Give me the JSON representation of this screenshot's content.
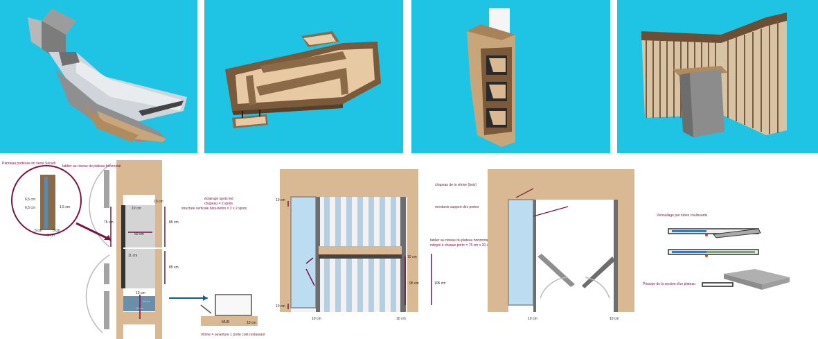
{
  "colors": {
    "sky": "#1fc3e4",
    "wood": "#d9b894",
    "wood_dark": "#8a6a47",
    "concrete": "#8d8d8d",
    "glass": "#bcdcf2",
    "annotation": "#7a1242",
    "frame": "#555555"
  },
  "section": {
    "panel_label": "Panneau porteuse en verre Sécurit",
    "tablier_label": "tablier au niveau du plateau horizontal",
    "dim_65a": "6,5 cm",
    "dim_65b": "6,5 cm",
    "dim_15": "1,5 cm",
    "dim_5a": "5 cm",
    "dim_5b": "5 cm",
    "dim_1": "1 cm",
    "dim_75": "75 cm",
    "dim_10a": "10 cm",
    "dim_10b": "10 cm",
    "dim_10c": "10 cm",
    "dim_59": "59 cm",
    "dim_11": "11 cm",
    "dim_85a": "85 cm",
    "dim_85b": "85 cm",
    "bottom_dim_a": "10 cm",
    "bottom_dim_b": "10 cm",
    "lighting_1": "éclairage spots led",
    "lighting_2": "chapeau = 2 spots",
    "lighting_3": "structure verticale bois-béton = 2 x 2 spots",
    "mur_label": "MUR",
    "mur_dim": "10 cm",
    "caption": "Vitrine = ouverture 1 porte coté restaurant"
  },
  "elevation_closed": {
    "dim_top": "10 cm",
    "dim_bottom": "10 cm",
    "dim_left": "10 cm",
    "dim_right": "10 cm",
    "dim_mid": "10 cm",
    "dim_95": "95 cm",
    "dim_105": "105 cm",
    "tablier_1": "tablier au niveau du plateau horizontal",
    "tablier_2": "intégré à chaque porte = 75 cm x 20 cm"
  },
  "elevation_open": {
    "chapeau": "chapeau de la vitrine (bois)",
    "montants": "montants support des portes",
    "dim_left": "10 cm",
    "dim_right": "10 cm"
  },
  "locking": {
    "title": "Vérouillage par tubes coulissants",
    "section_label": "Principe de la section d'un plateau"
  }
}
